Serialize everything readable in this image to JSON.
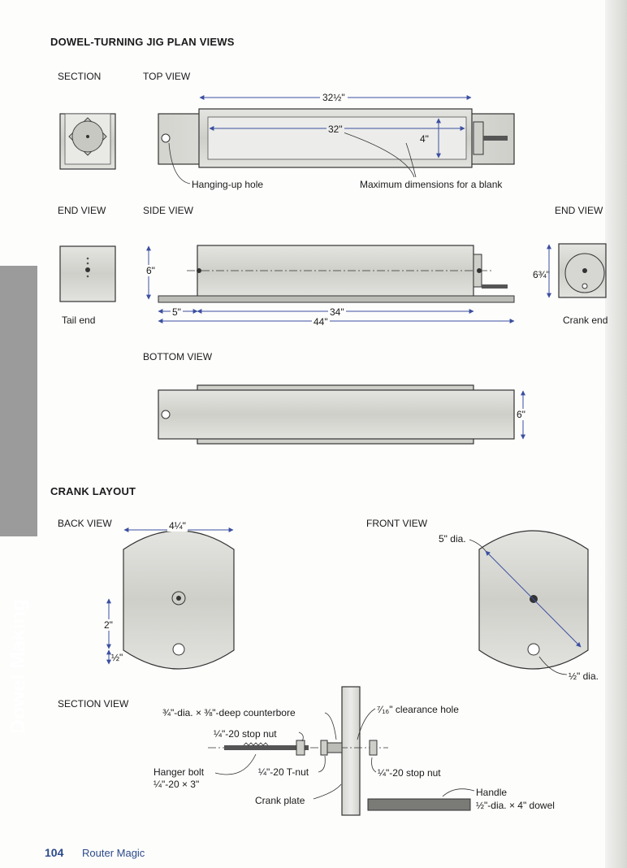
{
  "page": {
    "sidebar_tab": "Dowel Making",
    "page_number": "104",
    "running_title": "Router Magic"
  },
  "plan": {
    "title": "DOWEL-TURNING JIG PLAN VIEWS",
    "section_label": "SECTION",
    "top_view_label": "TOP VIEW",
    "end_view_left_label": "END VIEW",
    "side_view_label": "SIDE VIEW",
    "end_view_right_label": "END VIEW",
    "bottom_view_label": "BOTTOM VIEW",
    "tail_end": "Tail end",
    "crank_end": "Crank end",
    "dim_32_half": "32½\"",
    "dim_32": "32\"",
    "dim_4": "4\"",
    "hanging_up_hole": "Hanging-up hole",
    "max_dims": "Maximum dimensions for a blank",
    "dim_6_side": "6\"",
    "dim_6_3_4": "6¾\"",
    "dim_5": "5\"",
    "dim_34": "34\"",
    "dim_44": "44\"",
    "dim_6_bottom": "6\""
  },
  "crank": {
    "title": "CRANK LAYOUT",
    "back_view_label": "BACK VIEW",
    "front_view_label": "FRONT VIEW",
    "dim_4_quarter": "4¼\"",
    "dim_2": "2\"",
    "dim_half": "½\"",
    "dia_5": "5\" dia.",
    "dia_half": "½\" dia.",
    "section_view_label": "SECTION VIEW",
    "counterbore": "¾\"-dia. × ⅜\"-deep counterbore",
    "clearance_hole": "⁷⁄₁₆\" clearance hole",
    "stop_nut_left": "¼\"-20 stop nut",
    "hanger_bolt_1": "Hanger bolt",
    "hanger_bolt_2": "¼\"-20 × 3\"",
    "t_nut": "¼\"-20 T-nut",
    "stop_nut_right": "¼\"-20 stop nut",
    "crank_plate": "Crank plate",
    "handle": "Handle",
    "dowel": "½\"-dia. × 4\" dowel"
  },
  "colors": {
    "dimension_line": "#3b4fa0",
    "wood": "#d8d8d4",
    "outline": "#3a3a3a",
    "tab": "#9b9b9b"
  }
}
